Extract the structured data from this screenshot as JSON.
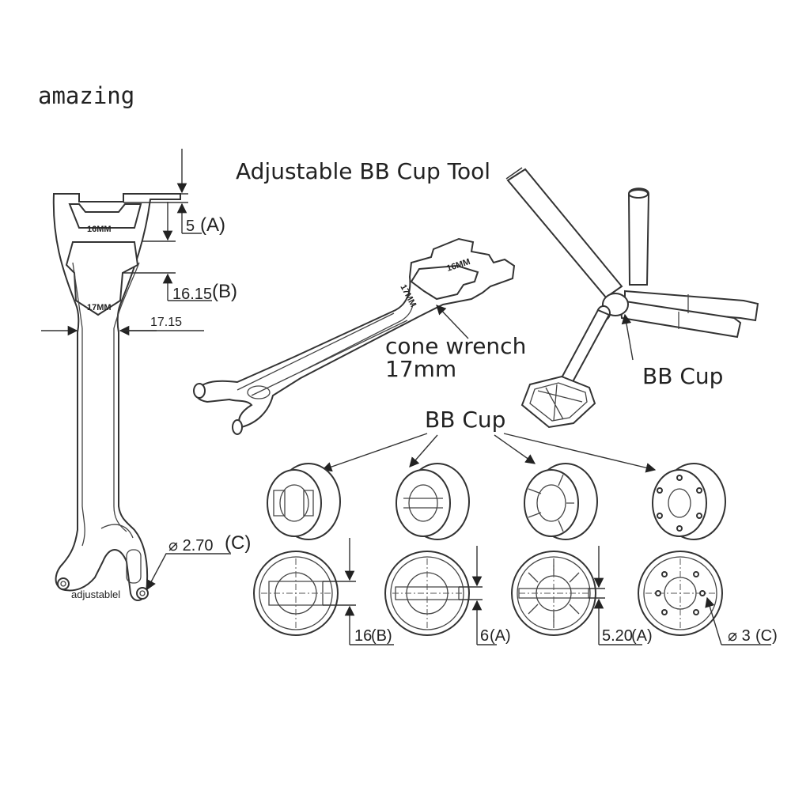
{
  "brand": {
    "watermark": "amazing"
  },
  "labels": {
    "bb_cup_tool": "Adjustable BB Cup Tool",
    "cone_wrench_line1": "cone wrench",
    "cone_wrench_line2": "17mm",
    "bb_cup_right": "BB Cup",
    "bb_cup_center": "BB Cup"
  },
  "wrench_markings": {
    "upper_jaw": "16MM",
    "lower_jaw": "17MM",
    "pin_end": "adjustablel"
  },
  "iso_markings": {
    "upper_jaw": "16MM",
    "lower_jaw": "17MM"
  },
  "dimensions": {
    "dim_a": "5",
    "dim_a_tag": "(A)",
    "dim_b": "16.15",
    "dim_b_tag": "(B)",
    "dim_width": "17.15",
    "dim_c": "⌀ 2.70",
    "dim_c_tag": "(C)"
  },
  "cup_dimensions": [
    {
      "value": "16",
      "tag": "(B)"
    },
    {
      "value": "6",
      "tag": "(A)"
    },
    {
      "value": "5.20",
      "tag": "(A)"
    },
    {
      "value": "⌀ 3",
      "tag": "(C)"
    }
  ]
}
